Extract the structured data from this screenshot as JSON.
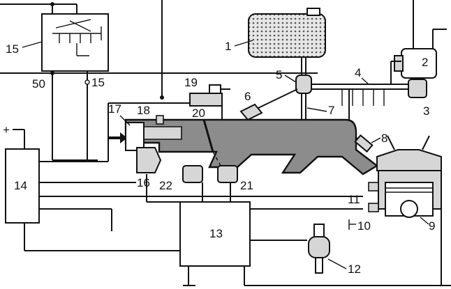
{
  "diagram": {
    "labels": {
      "l1": "1",
      "l2": "2",
      "l3": "3",
      "l4": "4",
      "l5": "5",
      "l6": "6",
      "l7": "7",
      "l8": "8",
      "l9": "9",
      "l10": "10",
      "l11": "11",
      "l12": "12",
      "l13": "13",
      "l14": "14",
      "l15": "15",
      "l16": "16",
      "l17": "17",
      "l18": "18",
      "l19": "19",
      "l20": "20",
      "l21": "21",
      "l22": "22",
      "l15b": "15",
      "l50": "50",
      "plus": "+"
    },
    "colors": {
      "line": "#111111",
      "fill_dark": "#8c8c8c",
      "fill_light": "#d6d6d6",
      "background": "#ffffff"
    }
  }
}
